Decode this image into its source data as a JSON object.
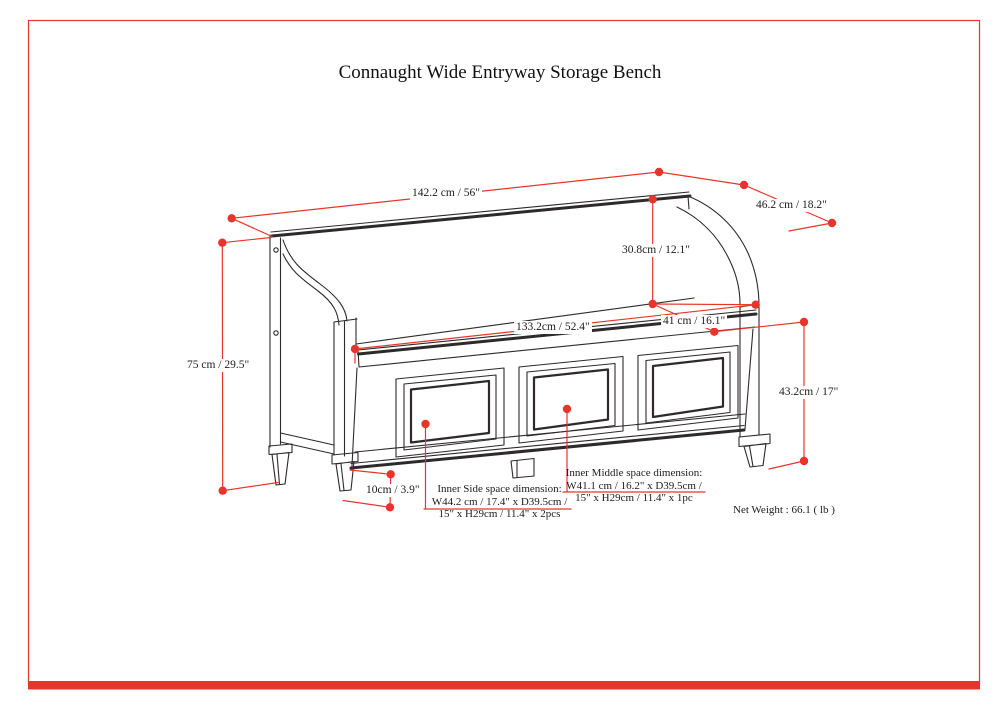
{
  "title": "Connaught Wide Entryway Storage Bench",
  "dimension_labels": {
    "overall_width": "142.2 cm / 56\"",
    "overall_depth": "46.2 cm / 18.2\"",
    "backrest_height": "30.8cm / 12.1\"",
    "seat_inner_width": "133.2cm / 52.4\"",
    "seat_depth": "41 cm / 16.1\"",
    "overall_height": "75 cm / 29.5\"",
    "seat_height": "43.2cm / 17\"",
    "leg_height": "10cm / 3.9\""
  },
  "annotations": {
    "inner_side_line1": "Inner Side space dimension:",
    "inner_side_line2": "W44.2 cm / 17.4\" x D39.5cm /",
    "inner_side_line3": "15\" x H29cm / 11.4\" x 2pcs",
    "inner_middle_line1": "Inner Middle space dimension:",
    "inner_middle_line2": "W41.1 cm / 16.2\" x D39.5cm /",
    "inner_middle_line3": "15\" x H29cm / 11.4\" x 1pc",
    "net_weight": "Net Weight : 66.1 ( lb )"
  },
  "colors": {
    "dimension_red": "#e8352c",
    "drawing_black": "#2e2a2b",
    "frame_red": "#e8352c"
  }
}
